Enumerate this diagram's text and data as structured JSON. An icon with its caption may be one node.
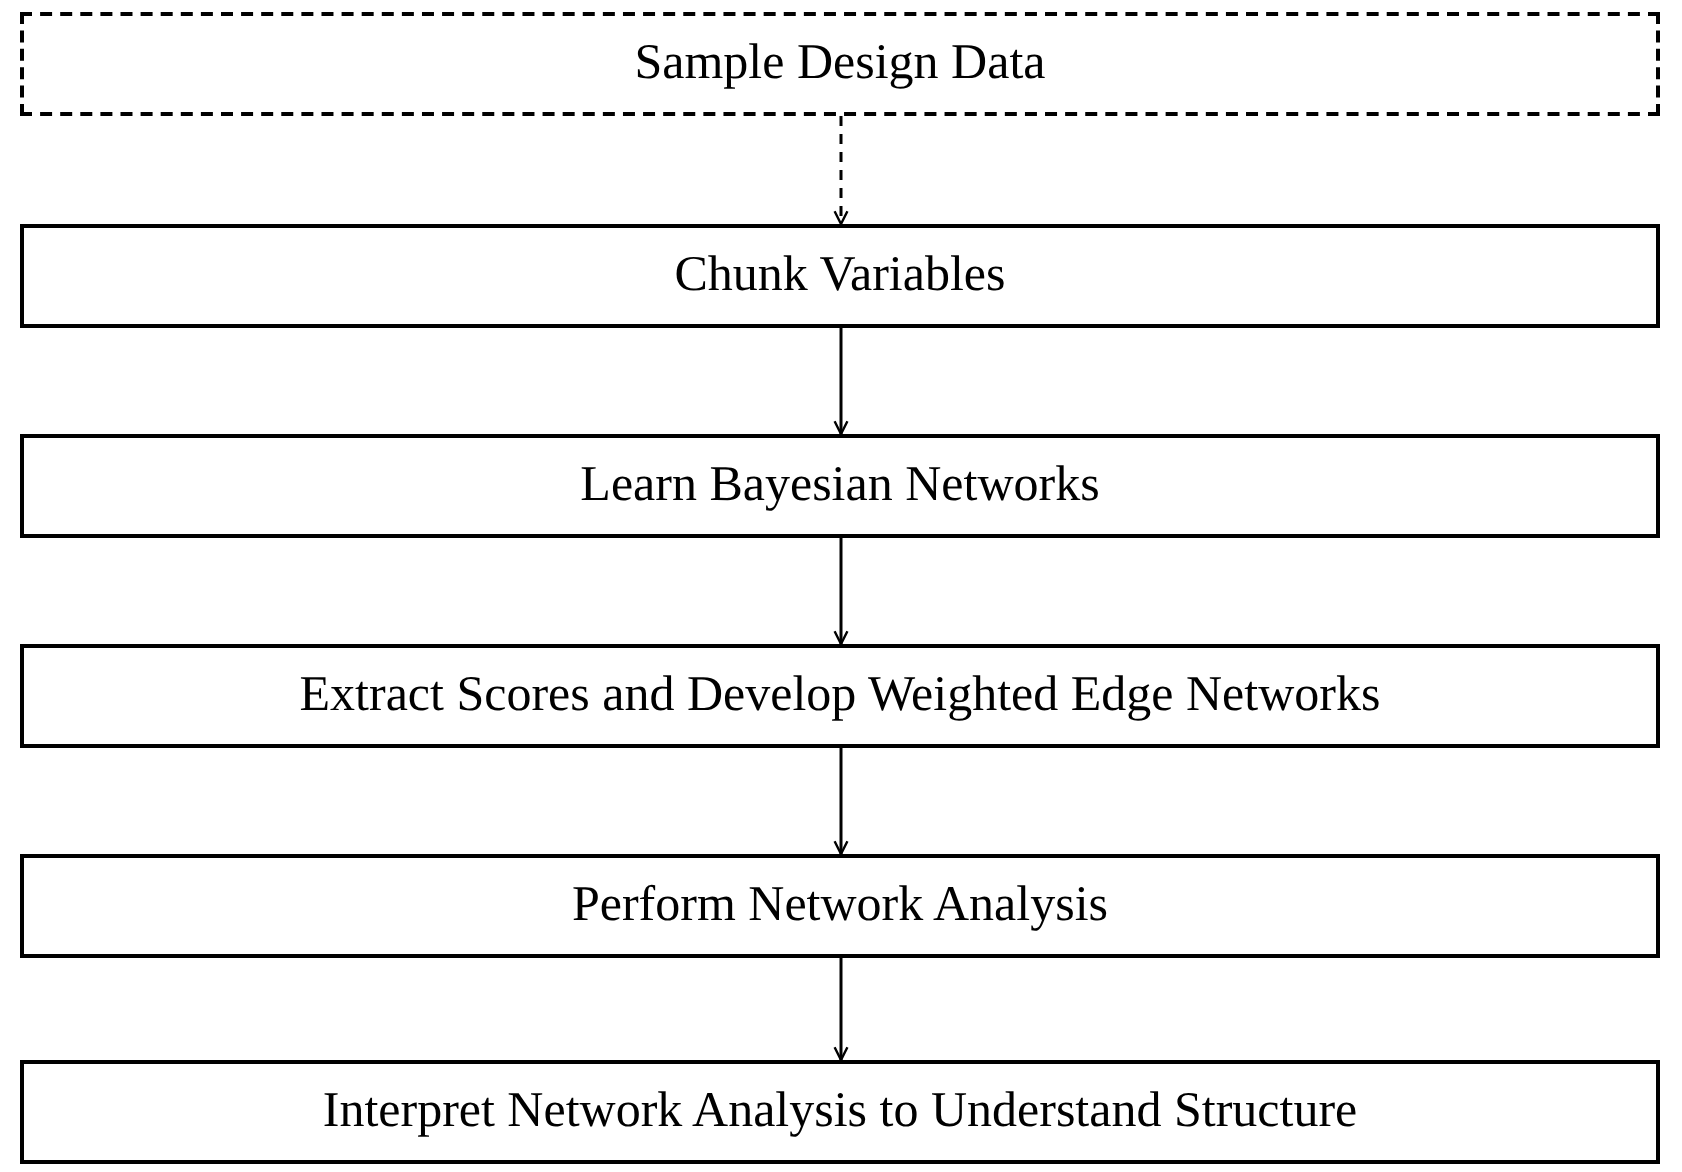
{
  "diagram": {
    "nodes": [
      {
        "text": [
          "Sample Design Data"
        ]
      },
      {
        "text": [
          "Chunk Variables"
        ]
      },
      {
        "text": [
          "Learn Bayesian Networks"
        ]
      },
      {
        "text": [
          "Extract Scores and Develop Weighted Edge Networks"
        ]
      },
      {
        "text": [
          "Perform Network Analysis"
        ]
      },
      {
        "text": [
          "Interpret Network Analysis to Understand Structure"
        ]
      }
    ],
    "edges": [
      {
        "from": 0,
        "to": 1,
        "arrow": "to",
        "style": "dashed"
      },
      {
        "from": 1,
        "to": 2,
        "arrow": "to"
      },
      {
        "from": 2,
        "to": 3,
        "arrow": "to"
      },
      {
        "from": 3,
        "to": 4,
        "arrow": "to"
      },
      {
        "from": 4,
        "to": 5,
        "arrow": "to"
      }
    ]
  }
}
